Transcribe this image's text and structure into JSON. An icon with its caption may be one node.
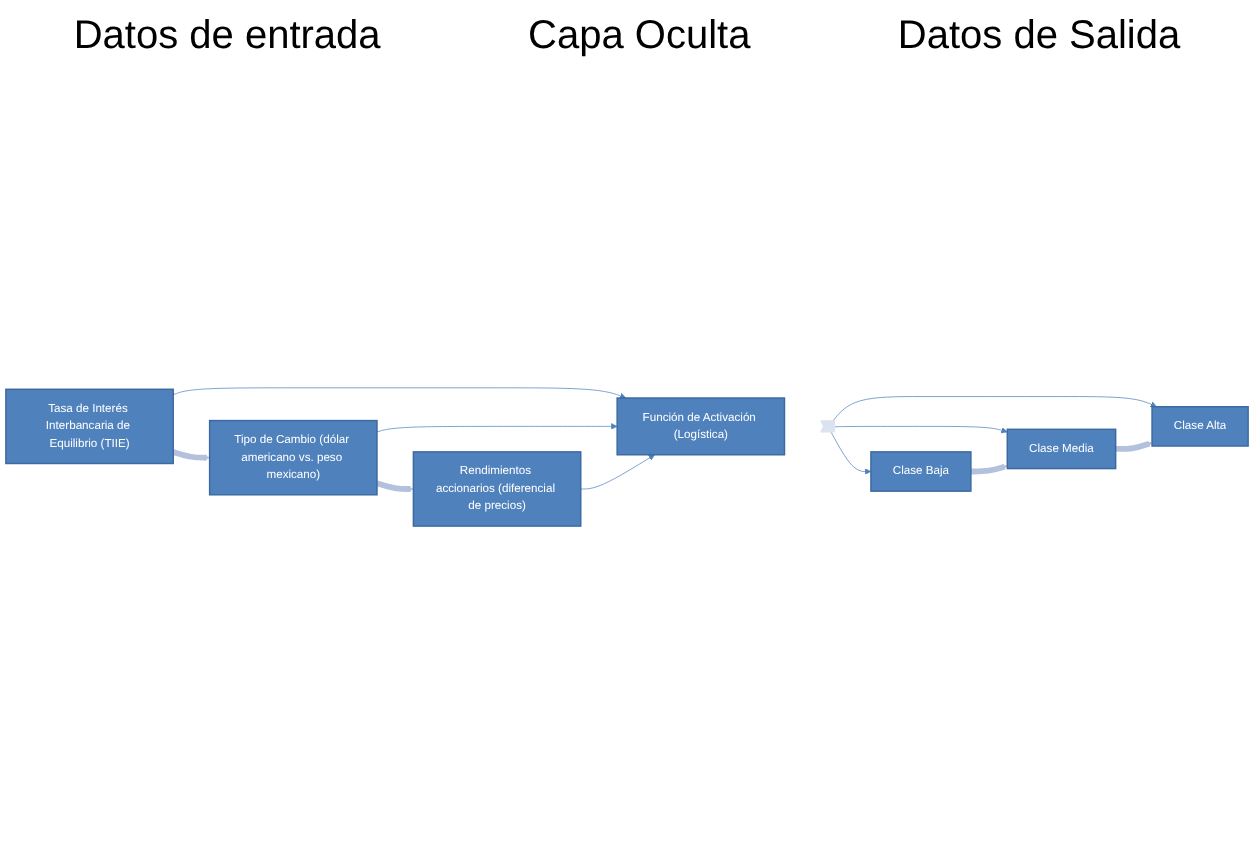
{
  "diagram": {
    "nodes": [
      {
        "text": [
          "Tasa de Interés Interbancaria de Equilibrio (TIIE)"
        ]
      },
      {
        "text": [
          "Tipo de Cambio (dólar americano vs. peso mexicano)"
        ]
      },
      {
        "text": [
          "Rendimientos accionarios (diferencial de precios)"
        ]
      },
      {
        "text": [
          "Función de Activación (Logística)"
        ]
      },
      {
        "text": [],
        "shape": "arrow"
      },
      {
        "text": [
          "Clase Baja"
        ]
      },
      {
        "text": [
          "Clase Media"
        ]
      },
      {
        "text": [
          "Clase Alta"
        ]
      }
    ],
    "edges": [
      {
        "from": 0,
        "to": 1,
        "arrow": "to",
        "style": "thick",
        "color": "#b4c1dc"
      },
      {
        "from": 1,
        "to": 2,
        "arrow": "to",
        "style": "thick",
        "color": "#b4c1dc"
      },
      {
        "from": 0,
        "to": 3,
        "arrow": "to"
      },
      {
        "from": 1,
        "to": 3,
        "arrow": "to"
      },
      {
        "from": 2,
        "to": 3,
        "arrow": "to"
      },
      {
        "from": 4,
        "to": 5,
        "arrow": "to"
      },
      {
        "from": 4,
        "to": 6,
        "arrow": "to"
      },
      {
        "from": 4,
        "to": 7,
        "arrow": "to"
      },
      {
        "from": 5,
        "to": 6,
        "arrow": "to",
        "style": "thick",
        "color": "#b4c1dc"
      },
      {
        "from": 6,
        "to": 7,
        "arrow": "to",
        "style": "thick",
        "color": "#b4c1dc"
      }
    ],
    "labels": [
      "Datos de entrada",
      "Capa Oculta",
      "Datos de Salida"
    ]
  }
}
